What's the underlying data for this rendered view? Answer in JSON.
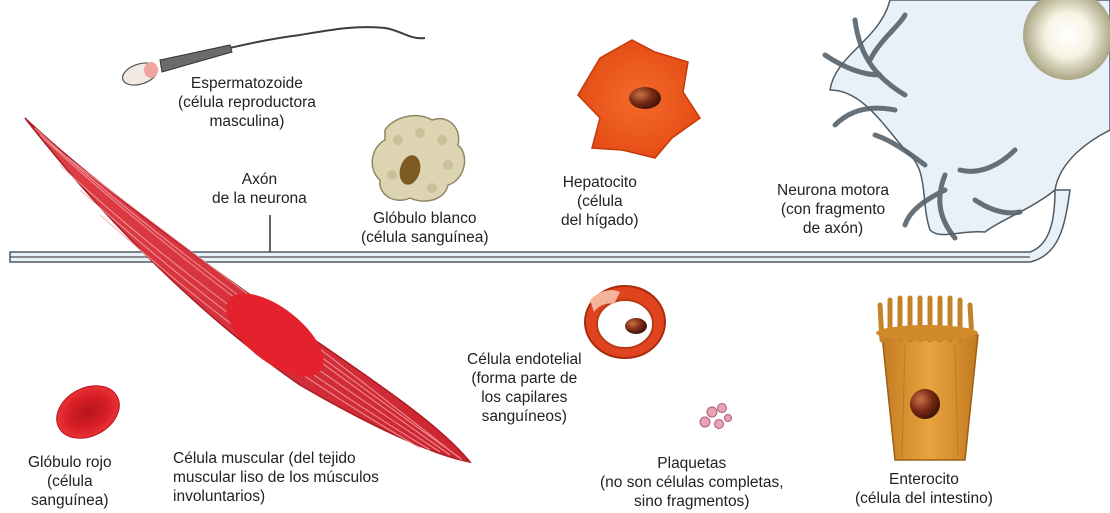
{
  "labels": {
    "espermatozoide": [
      "Espermatozoide",
      "(célula reproductora",
      "masculina)"
    ],
    "axon": [
      "Axón",
      "de la neurona"
    ],
    "globulo_blanco": [
      "Glóbulo blanco",
      "(célula sanguínea)"
    ],
    "hepatocito": [
      "Hepatocito",
      "(célula",
      "del hígado)"
    ],
    "neurona": [
      "Neurona motora",
      "(con fragmento",
      "de axón)"
    ],
    "endotelial": [
      "Célula endotelial",
      "(forma parte de",
      "los capilares",
      "sanguíneos)"
    ],
    "globulo_rojo": [
      "Glóbulo rojo",
      "(célula",
      "sanguínea)"
    ],
    "muscular": [
      "Célula muscular (del tejido",
      "muscular liso de los músculos",
      "involuntarios)"
    ],
    "plaquetas": [
      "Plaquetas",
      "(no son células completas,",
      "sino fragmentos)"
    ],
    "enterocito": [
      "Enterocito",
      "(célula del intestino)"
    ]
  },
  "colors": {
    "muscle": "#d8303a",
    "muscle_dark": "#b51f2a",
    "rbc": "#e0232b",
    "hepatocyte": "#ee5a1e",
    "nucleus": "#7a2a14",
    "neuron": "#e6f0f7",
    "neuron_stroke": "#54616b",
    "wbc": "#ddd6b4",
    "enterocyte": "#dd9832",
    "axon": "#5b5b5b"
  },
  "icons": {
    "sperm": "sperm-cell-icon",
    "muscle": "smooth-muscle-cell-icon",
    "wbc": "white-blood-cell-icon",
    "hepatocyte": "hepatocyte-icon",
    "neuron": "motor-neuron-icon",
    "endothelial": "endothelial-cell-icon",
    "rbc": "red-blood-cell-icon",
    "platelets": "platelets-icon",
    "enterocyte": "enterocyte-icon"
  }
}
